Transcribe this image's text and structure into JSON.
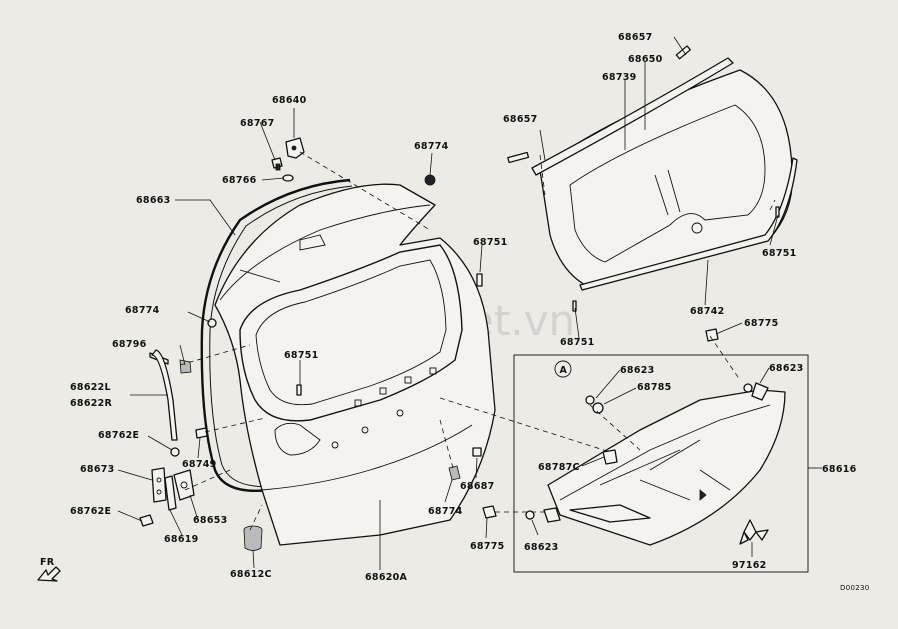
{
  "watermark": "Sedanviet.vn",
  "diagram_code": "D00230",
  "direction_label": "FR",
  "callout_letter": "A",
  "labels": {
    "p68657a": "68657",
    "p68650": "68650",
    "p68739": "68739",
    "p68657b": "68657",
    "p68751a": "68751",
    "p68742": "68742",
    "p68751b": "68751",
    "p68640": "68640",
    "p68767": "68767",
    "p68766": "68766",
    "p68774a": "68774",
    "p68663": "68663",
    "p68751c": "68751",
    "p68774b": "68774",
    "p68796": "68796",
    "p68751d": "68751",
    "p68622l": "68622L",
    "p68622r": "68622R",
    "p68762ea": "68762E",
    "p68749": "68749",
    "p68673": "68673",
    "p68653": "68653",
    "p68762eb": "68762E",
    "p68619": "68619",
    "p68612c": "68612C",
    "p68620a": "68620A",
    "p68774c": "68774",
    "p68687": "68687",
    "p68775a": "68775",
    "p68623a": "68623",
    "p68775b": "68775",
    "p68623b": "68623",
    "p68623c": "68623",
    "p68785": "68785",
    "p68787c": "68787C",
    "p68616": "68616",
    "p97162": "97162"
  }
}
